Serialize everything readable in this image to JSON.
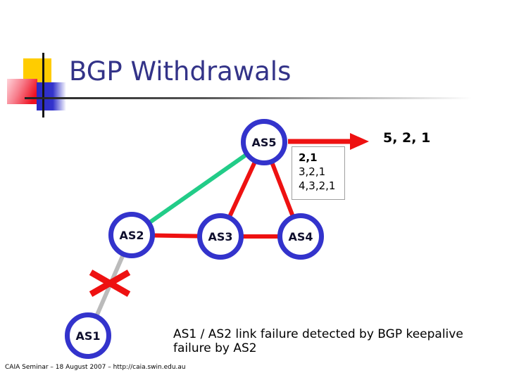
{
  "header": {
    "title": "BGP Withdrawals"
  },
  "diagram": {
    "nodes": {
      "as5": "AS5",
      "as2": "AS2",
      "as3": "AS3",
      "as4": "AS4",
      "as1": "AS1"
    },
    "withdrawal_announcement": "5, 2, 1",
    "routing_table": {
      "line1": "2,1",
      "line2": "3,2,1",
      "line3": "4,3,2,1"
    },
    "annotation": {
      "line1": "AS1 / AS2 link failure detected by BGP keepalive",
      "line2": "failure by AS2"
    }
  },
  "footer": {
    "text": "CAIA Seminar – 18 August 2007 – http://caia.swin.edu.au"
  },
  "colors": {
    "title_text": "#333388",
    "node_border": "#3333cc",
    "link_red": "#ee1111",
    "link_teal": "#22cc88",
    "link_failed_gray": "#bbbbbb",
    "failure_x": "#ee1111"
  }
}
